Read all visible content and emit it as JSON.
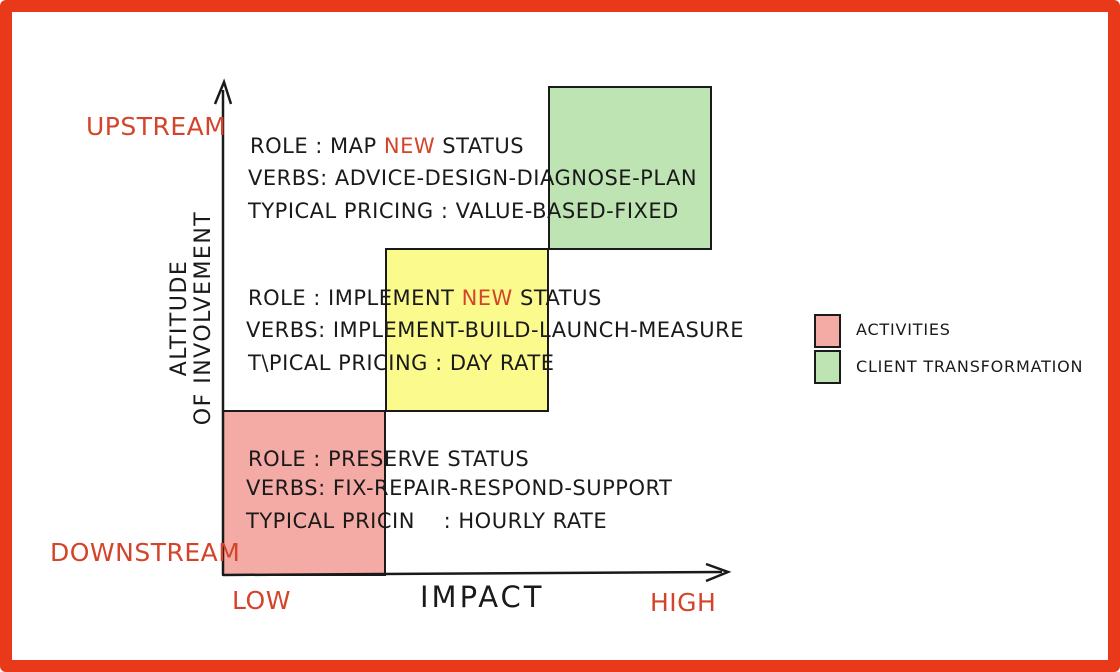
{
  "colors": {
    "frame": "#e8391a",
    "accent": "#d4442a",
    "activities": "#f4aaa5",
    "implement": "#fbfa8c",
    "client_transformation": "#bfe4b3"
  },
  "y_axis": {
    "label_line1": "ALTITUDE",
    "label_line2": "OF INVOLVEMENT",
    "top": "UPSTREAM",
    "bottom": "DOWNSTREAM"
  },
  "x_axis": {
    "label": "IMPACT",
    "left": "LOW",
    "right": "HIGH"
  },
  "tiers": {
    "upstream": {
      "role_prefix": "ROLE : MAP",
      "role_accent": "NEW",
      "role_suffix": "STATUS",
      "verbs": "VERBS: ADVICE-DESIGN-DIAGNOSE-PLAN",
      "pricing": "TYPICAL PRICING : VALUE-BASED-FIXED"
    },
    "implement": {
      "role_prefix": "ROLE : IMPLEMENT",
      "role_accent": "NEW",
      "role_suffix": "STATUS",
      "verbs": "VERBS: IMPLEMENT-BUILD-LAUNCH-MEASURE",
      "pricing": "T\\PICAL PRICING : DAY RATE"
    },
    "downstream": {
      "role": "ROLE : PRESERVE STATUS",
      "verbs": "VERBS: FIX-REPAIR-RESPOND-SUPPORT",
      "pricing": "TYPICAL PRICIN    : HOURLY RATE"
    }
  },
  "legend": [
    {
      "label": "ACTIVITIES",
      "color": "#f4aaa5"
    },
    {
      "label": "CLIENT TRANSFORMATION",
      "color": "#bfe4b3"
    }
  ]
}
